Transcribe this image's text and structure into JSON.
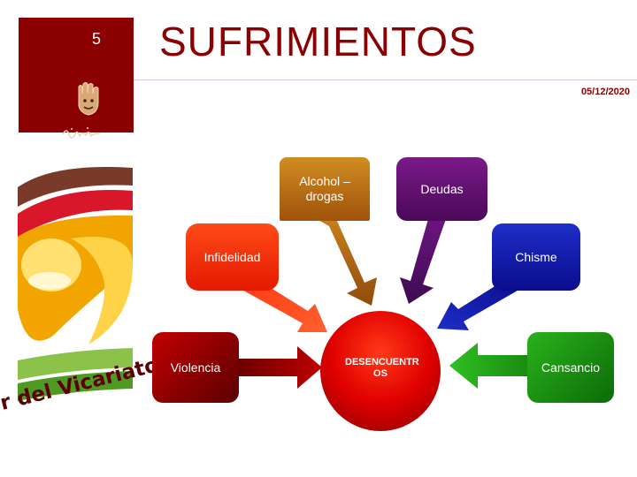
{
  "slide": {
    "number": "5",
    "title": "SUFRIMIENTOS",
    "date": "05/12/2020",
    "side_text": "r del Vicariato"
  },
  "diagram": {
    "center": "DESENCUENTR OS",
    "nodes": {
      "alcohol": "Alcohol – drogas",
      "deudas": "Deudas",
      "infidelidad": "Infidelidad",
      "chisme": "Chisme",
      "violencia": "Violencia",
      "cansancio": "Cansancio"
    }
  },
  "colors": {
    "brand": "#8b0000",
    "alcohol": "#b8680f",
    "deudas": "#5e0d6e",
    "infidelidad": "#ff2a00",
    "chisme": "#10169e",
    "violencia": "#8b0000",
    "cansancio": "#1a8c12"
  }
}
